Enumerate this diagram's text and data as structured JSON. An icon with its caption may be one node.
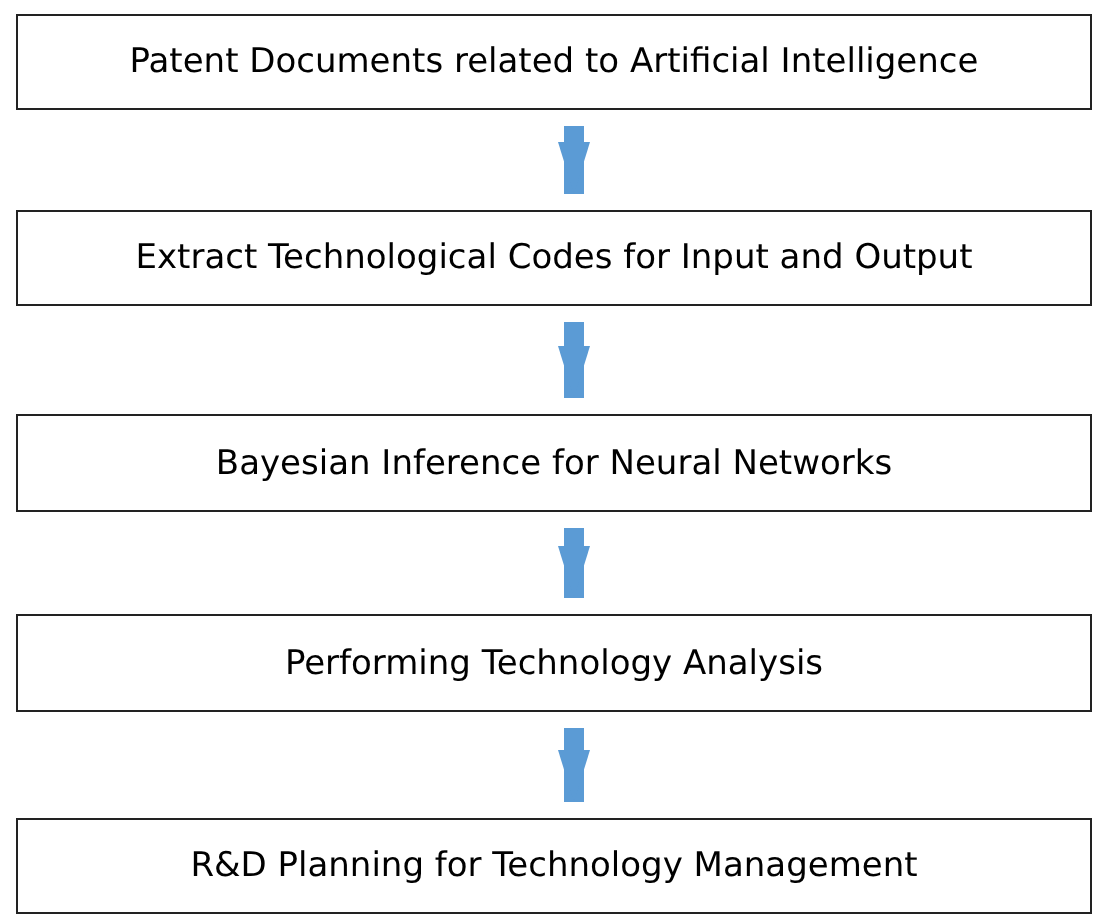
{
  "diagram": {
    "nodes": [
      {
        "text": [
          "Patent Documents related to Artificial Intelligence"
        ]
      },
      {
        "text": [
          "Extract Technological Codes for Input and Output"
        ]
      },
      {
        "text": [
          "Bayesian Inference for Neural Networks"
        ]
      },
      {
        "text": [
          "Performing Technology Analysis"
        ]
      },
      {
        "text": [
          "R&D Planning for Technology Management"
        ]
      }
    ],
    "edges": [
      {
        "from": 0,
        "to": 1,
        "arrow": "to"
      },
      {
        "from": 1,
        "to": 2,
        "arrow": "to"
      },
      {
        "from": 2,
        "to": 3,
        "arrow": "to"
      },
      {
        "from": 3,
        "to": 4,
        "arrow": "to"
      }
    ]
  }
}
